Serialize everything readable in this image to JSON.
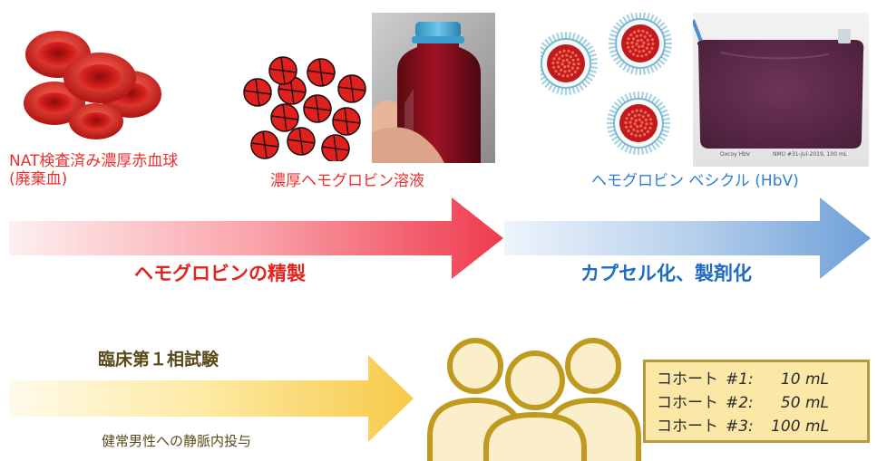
{
  "stage1": {
    "label_line1": "NAT検査済み濃厚赤血球",
    "label_line2": "(廃棄血)",
    "color": "#e8312f"
  },
  "stage2": {
    "label": "濃厚ヘモグロビン溶液",
    "color": "#e8312f"
  },
  "stage3": {
    "label": "ヘモグロビン ベシクル (HbV)",
    "bag_label_left": "Oxcoy HbV",
    "bag_label_right": "NMU #31-Jul-2019, 100 mL",
    "color": "#2e7fd1"
  },
  "arrow_red": {
    "caption": "ヘモグロビンの精製",
    "caption_color": "#e3241e"
  },
  "arrow_blue": {
    "caption": "カプセル化、製剤化",
    "caption_color": "#1f6cc0"
  },
  "arrow_yellow": {
    "title": "臨床第１相試験",
    "subtitle": "健常男性への静脈内投与",
    "text_color": "#5a4a1a"
  },
  "cohorts": [
    {
      "name": "コホート",
      "num": "#1:",
      "dose": "10 mL"
    },
    {
      "name": "コホート",
      "num": "#2:",
      "dose": "50 mL"
    },
    {
      "name": "コホート",
      "num": "#3:",
      "dose": "100 mL"
    }
  ],
  "colors": {
    "rbc": "#d8201d",
    "gold": "#c09a1e",
    "cohort_bg": "#fbe8a6",
    "hbv_bag": "#5b2947"
  }
}
